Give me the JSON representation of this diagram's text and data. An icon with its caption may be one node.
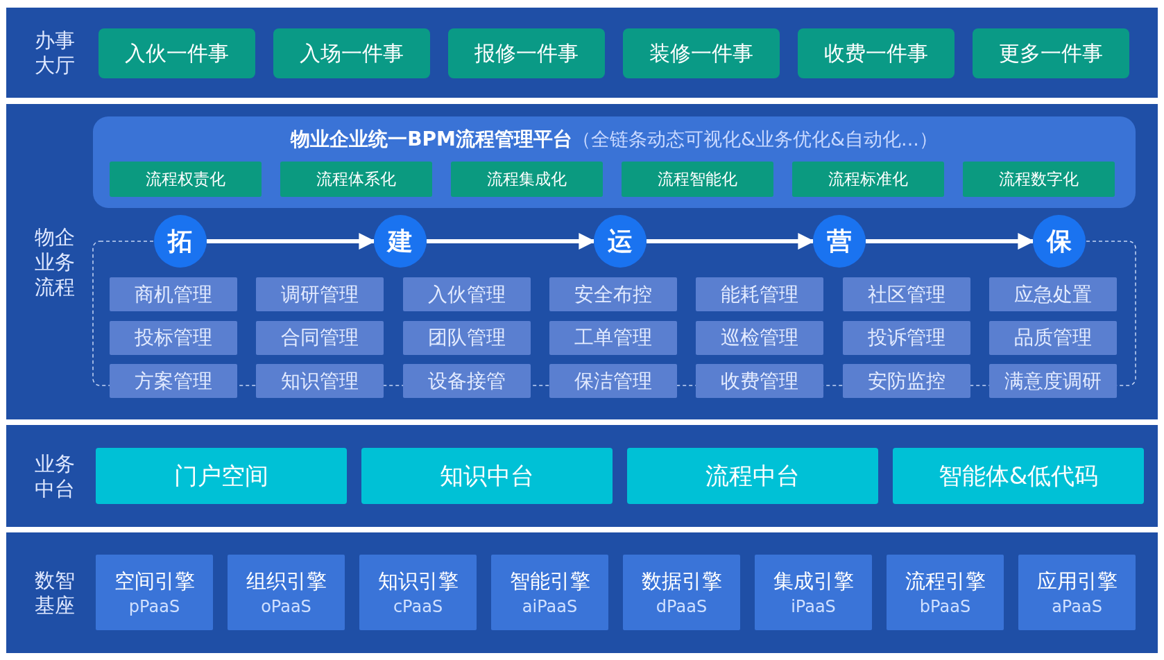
{
  "diagram": {
    "nodes": [
      {
        "text": [
          "办事大厅"
        ]
      },
      {
        "text": [
          "入伙一件事"
        ],
        "in": 0
      },
      {
        "text": [
          "入场一件事"
        ],
        "in": 0
      },
      {
        "text": [
          "报修一件事"
        ],
        "in": 0
      },
      {
        "text": [
          "装修一件事"
        ],
        "in": 0
      },
      {
        "text": [
          "收费一件事"
        ],
        "in": 0
      },
      {
        "text": [
          "更多一件事"
        ],
        "in": 0
      },
      {
        "text": [
          "物企业务流程"
        ]
      },
      {
        "text": [
          "物业企业统一BPM流程管理平台",
          "（全链条动态可视化&业务优化&自动化...）"
        ],
        "in": 7
      },
      {
        "text": [
          "流程权责化"
        ],
        "in": 8
      },
      {
        "text": [
          "流程体系化"
        ],
        "in": 8
      },
      {
        "text": [
          "流程集成化"
        ],
        "in": 8
      },
      {
        "text": [
          "流程智能化"
        ],
        "in": 8
      },
      {
        "text": [
          "流程标准化"
        ],
        "in": 8
      },
      {
        "text": [
          "流程数字化"
        ],
        "in": 8
      },
      {
        "text": [
          "拓"
        ],
        "in": 7
      },
      {
        "text": [
          "建"
        ],
        "in": 7
      },
      {
        "text": [
          "运"
        ],
        "in": 7
      },
      {
        "text": [
          "营"
        ],
        "in": 7
      },
      {
        "text": [
          "保"
        ],
        "in": 7
      },
      {
        "text": [
          "商机管理"
        ],
        "in": 7
      },
      {
        "text": [
          "调研管理"
        ],
        "in": 7
      },
      {
        "text": [
          "入伙管理"
        ],
        "in": 7
      },
      {
        "text": [
          "安全布控"
        ],
        "in": 7
      },
      {
        "text": [
          "能耗管理"
        ],
        "in": 7
      },
      {
        "text": [
          "社区管理"
        ],
        "in": 7
      },
      {
        "text": [
          "应急处置"
        ],
        "in": 7
      },
      {
        "text": [
          "投标管理"
        ],
        "in": 7
      },
      {
        "text": [
          "合同管理"
        ],
        "in": 7
      },
      {
        "text": [
          "团队管理"
        ],
        "in": 7
      },
      {
        "text": [
          "工单管理"
        ],
        "in": 7
      },
      {
        "text": [
          "巡检管理"
        ],
        "in": 7
      },
      {
        "text": [
          "投诉管理"
        ],
        "in": 7
      },
      {
        "text": [
          "品质管理"
        ],
        "in": 7
      },
      {
        "text": [
          "方案管理"
        ],
        "in": 7
      },
      {
        "text": [
          "知识管理"
        ],
        "in": 7
      },
      {
        "text": [
          "设备接管"
        ],
        "in": 7
      },
      {
        "text": [
          "保洁管理"
        ],
        "in": 7
      },
      {
        "text": [
          "收费管理"
        ],
        "in": 7
      },
      {
        "text": [
          "安防监控"
        ],
        "in": 7
      },
      {
        "text": [
          "满意度调研"
        ],
        "in": 7
      },
      {
        "text": [
          "业务中台"
        ]
      },
      {
        "text": [
          "门户空间"
        ],
        "in": 41
      },
      {
        "text": [
          "知识中台"
        ],
        "in": 41
      },
      {
        "text": [
          "流程中台"
        ],
        "in": 41
      },
      {
        "text": [
          "智能体&低代码"
        ],
        "in": 41
      },
      {
        "text": [
          "数智基座"
        ]
      },
      {
        "text": [
          "空间引擎",
          "pPaaS"
        ],
        "in": 46
      },
      {
        "text": [
          "组织引擎",
          "oPaaS"
        ],
        "in": 46
      },
      {
        "text": [
          "知识引擎",
          "cPaaS"
        ],
        "in": 46
      },
      {
        "text": [
          "智能引擎",
          "aiPaaS"
        ],
        "in": 46
      },
      {
        "text": [
          "数据引擎",
          "dPaaS"
        ],
        "in": 46
      },
      {
        "text": [
          "集成引擎",
          "iPaaS"
        ],
        "in": 46
      },
      {
        "text": [
          "流程引擎",
          "bPaaS"
        ],
        "in": 46
      },
      {
        "text": [
          "应用引擎",
          "aPaaS"
        ],
        "in": 46
      }
    ],
    "edges": [
      {
        "from": 15,
        "to": 16,
        "arrow": "to"
      },
      {
        "from": 16,
        "to": 17,
        "arrow": "to"
      },
      {
        "from": 17,
        "to": 18,
        "arrow": "to"
      },
      {
        "from": 18,
        "to": 19,
        "arrow": "to"
      }
    ]
  }
}
